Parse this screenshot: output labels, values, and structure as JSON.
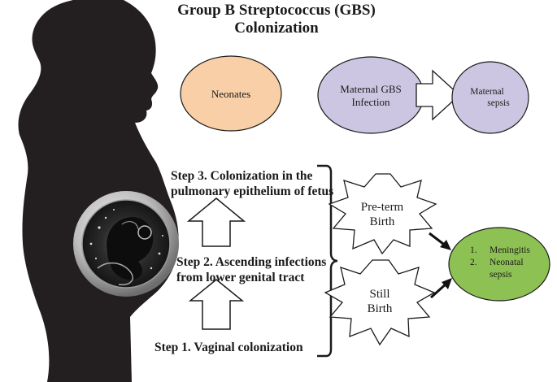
{
  "title": {
    "line1": "Group B Streptococcus (GBS)",
    "line2": "Colonization"
  },
  "ovals": {
    "neonates": "Neonates",
    "maternal_infection_line1": "Maternal GBS",
    "maternal_infection_line2": "Infection",
    "maternal_sepsis_line1": "Maternal",
    "maternal_sepsis_line2": "sepsis"
  },
  "steps": {
    "step3_line1": "Step 3. Colonization in the",
    "step3_line2": "pulmonary epithelium of fetus",
    "step2_line1": "Step 2. Ascending infections",
    "step2_line2": "from lower genital tract",
    "step1": "Step 1. Vaginal colonization"
  },
  "births": {
    "preterm_line1": "Pre-term",
    "preterm_line2": "Birth",
    "still_line1": "Still",
    "still_line2": "Birth"
  },
  "outcomes": {
    "item1_num": "1.",
    "item1": "Meningitis",
    "item2_num": "2.",
    "item2_line1": "Neonatal",
    "item2_line2": "sepsis"
  },
  "colors": {
    "silhouette": "#231f20",
    "neonates_fill": "#f9cfa8",
    "maternal_fill": "#cdc6e2",
    "outcome_fill": "#8ec153",
    "outline": "#1a1a1a"
  },
  "icons": {
    "silhouette": "pregnant-woman-silhouette",
    "fetus": "fetus-in-womb",
    "arrows": "up-arrow"
  }
}
